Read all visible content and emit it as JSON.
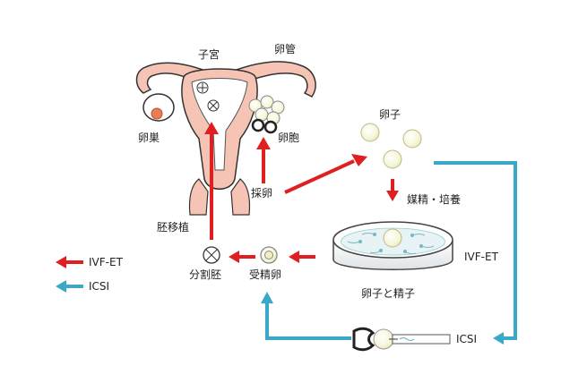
{
  "labels": {
    "uterus": "子宮",
    "oviduct": "卵管",
    "ovary": "卵巣",
    "follicle": "卵胞",
    "retrieval": "採卵",
    "eggs": "卵子",
    "insemination": "媒精・培養",
    "transfer": "胚移植",
    "ivf_et_dish": "IVF-ET",
    "egg_and_sperm": "卵子と精子",
    "cleaved_embryo": "分割胚",
    "fertilized_egg": "受精卵",
    "icsi_needle": "ICSI"
  },
  "legend": {
    "items": [
      {
        "label": "IVF-ET",
        "color": "#e02020"
      },
      {
        "label": "ICSI",
        "color": "#3aa9c9"
      }
    ]
  },
  "colors": {
    "red_arrow": "#e02020",
    "blue_arrow": "#3aa9c9",
    "uterus_fill": "#f6c4b4",
    "ovary_egg": "#ec7c54",
    "egg_fill": "#fbfbe6"
  }
}
